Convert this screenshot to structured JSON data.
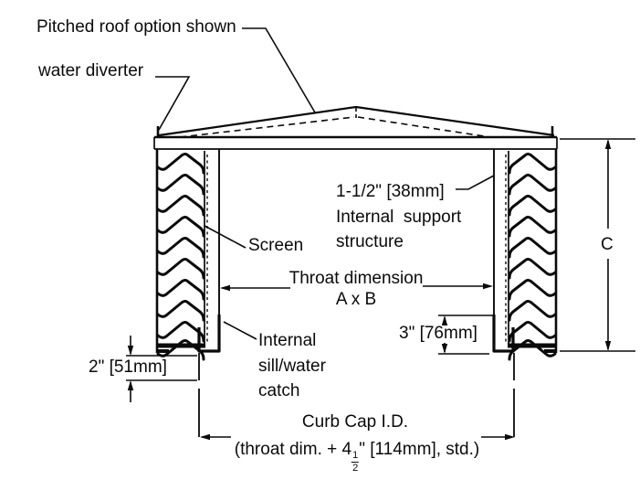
{
  "canvas": {
    "background": "#ffffff",
    "line_color": "#0a0a0a"
  },
  "labels": {
    "pitched_roof": "Pitched roof option shown",
    "water_diverter": "water diverter",
    "screen": "Screen",
    "support_line1": "1-1/2\" [38mm]",
    "support_line2": "Internal  support",
    "support_line3": "structure",
    "throat_line1": "Throat dimension",
    "throat_line2": "A x B",
    "sill_line1": "Internal",
    "sill_line2": "sill/water",
    "sill_line3": "catch"
  },
  "dimensions": {
    "dim_2in": "2\" [51mm]",
    "dim_3in": "3\" [76mm]",
    "dim_c": "C",
    "curb_title": "Curb Cap I.D.",
    "curb_formula_prefix": "(throat dim. + 4",
    "curb_frac_num": "1",
    "curb_frac_den": "2",
    "curb_formula_suffix": "\" [114mm], std.)"
  }
}
